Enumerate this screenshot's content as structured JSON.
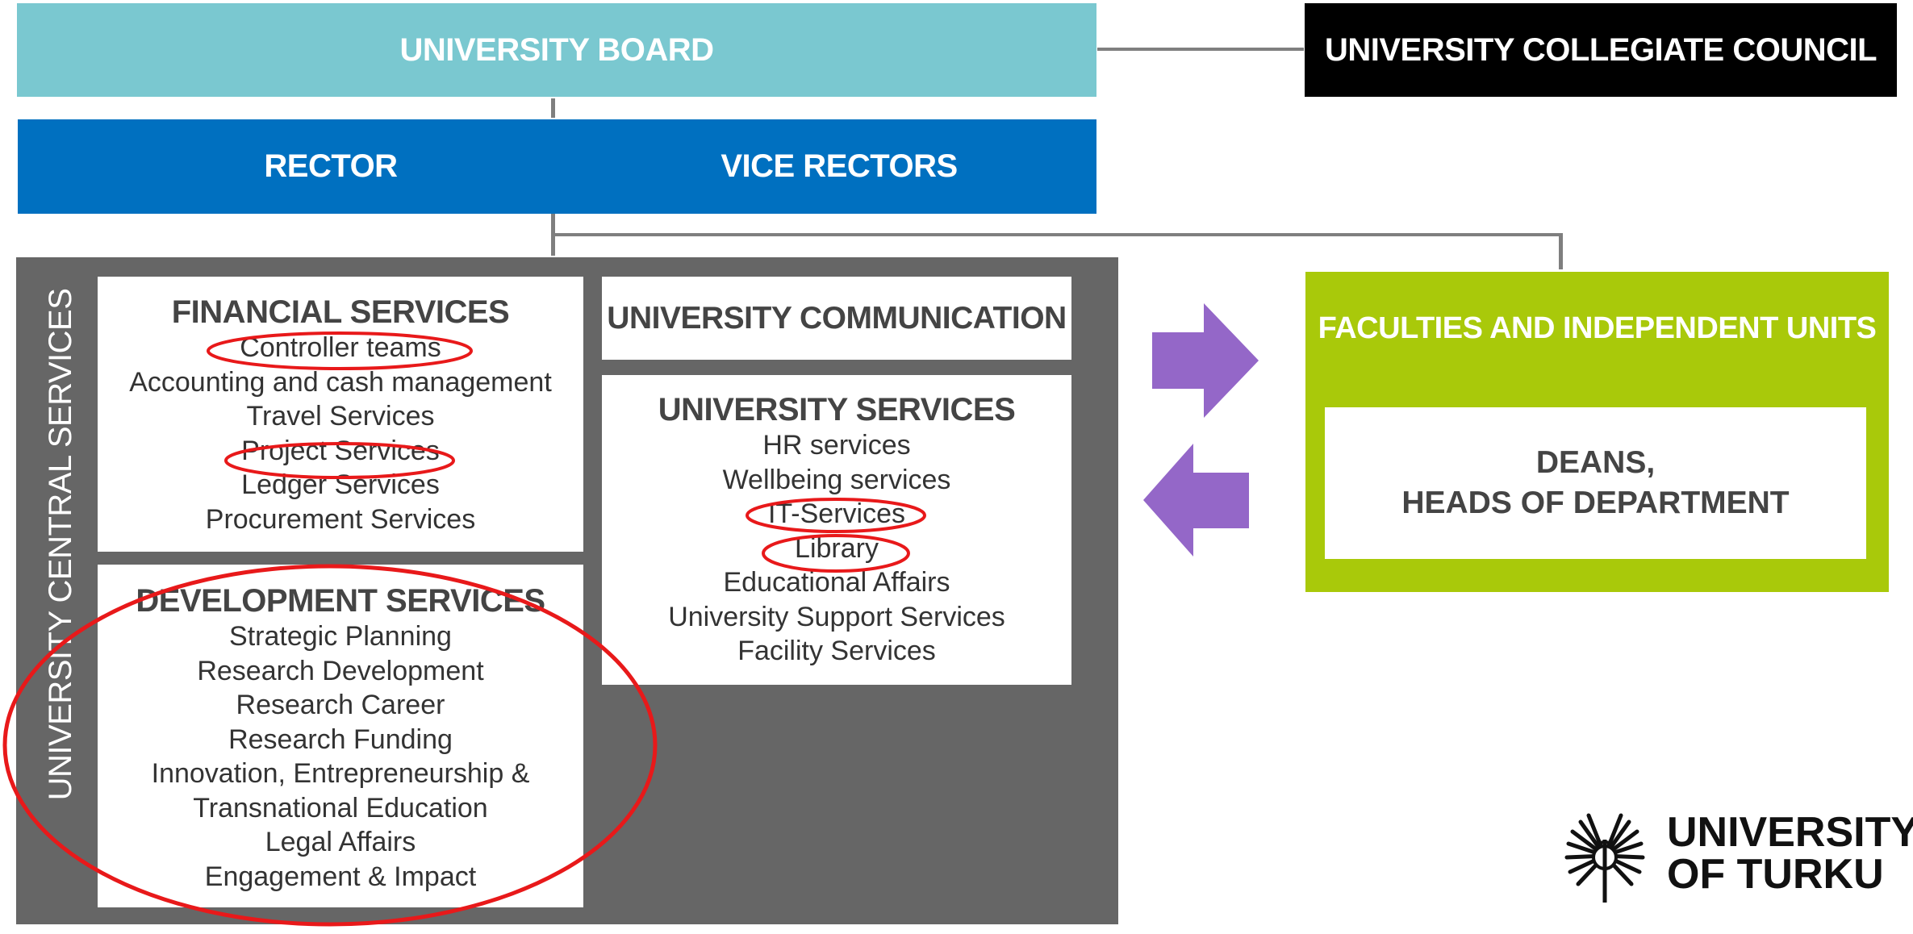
{
  "board": "UNIVERSITY BOARD",
  "council": "UNIVERSITY COLLEGIATE COUNCIL",
  "rector": "RECTOR",
  "vice_rectors": "VICE RECTORS",
  "central_services_label": "UNIVERSITY CENTRAL SERVICES",
  "financial": {
    "title": "FINANCIAL SERVICES",
    "items": [
      "Controller teams",
      "Accounting and cash management",
      "Travel Services",
      "Project Services",
      "Ledger Services",
      "Procurement Services"
    ]
  },
  "communication": "UNIVERSITY COMMUNICATION",
  "university_services": {
    "title": "UNIVERSITY SERVICES",
    "items": [
      "HR services",
      "Wellbeing services",
      "IT-Services",
      "Library",
      "Educational Affairs",
      "University Support Services",
      "Facility Services"
    ]
  },
  "development": {
    "title": "DEVELOPMENT SERVICES",
    "items": [
      "Strategic Planning",
      "Research Development",
      "Research Career",
      "Research Funding",
      "Innovation, Entrepreneurship &",
      "Transnational Education",
      "Legal Affairs",
      "Engagement & Impact"
    ]
  },
  "faculties": {
    "title": "FACULTIES AND INDEPENDENT UNITS",
    "deans_line1": "DEANS,",
    "deans_line2": "HEADS OF DEPARTMENT"
  },
  "logo": {
    "line1": "UNIVERSITY",
    "line2": "OF TURKU"
  },
  "colors": {
    "board": "#7ac8d0",
    "rector": "#0070c0",
    "council": "#000000",
    "central": "#666666",
    "faculties": "#a9c90a",
    "arrows": "#9467c8",
    "highlight": "#e8191a",
    "connector": "#7f7f7f"
  }
}
